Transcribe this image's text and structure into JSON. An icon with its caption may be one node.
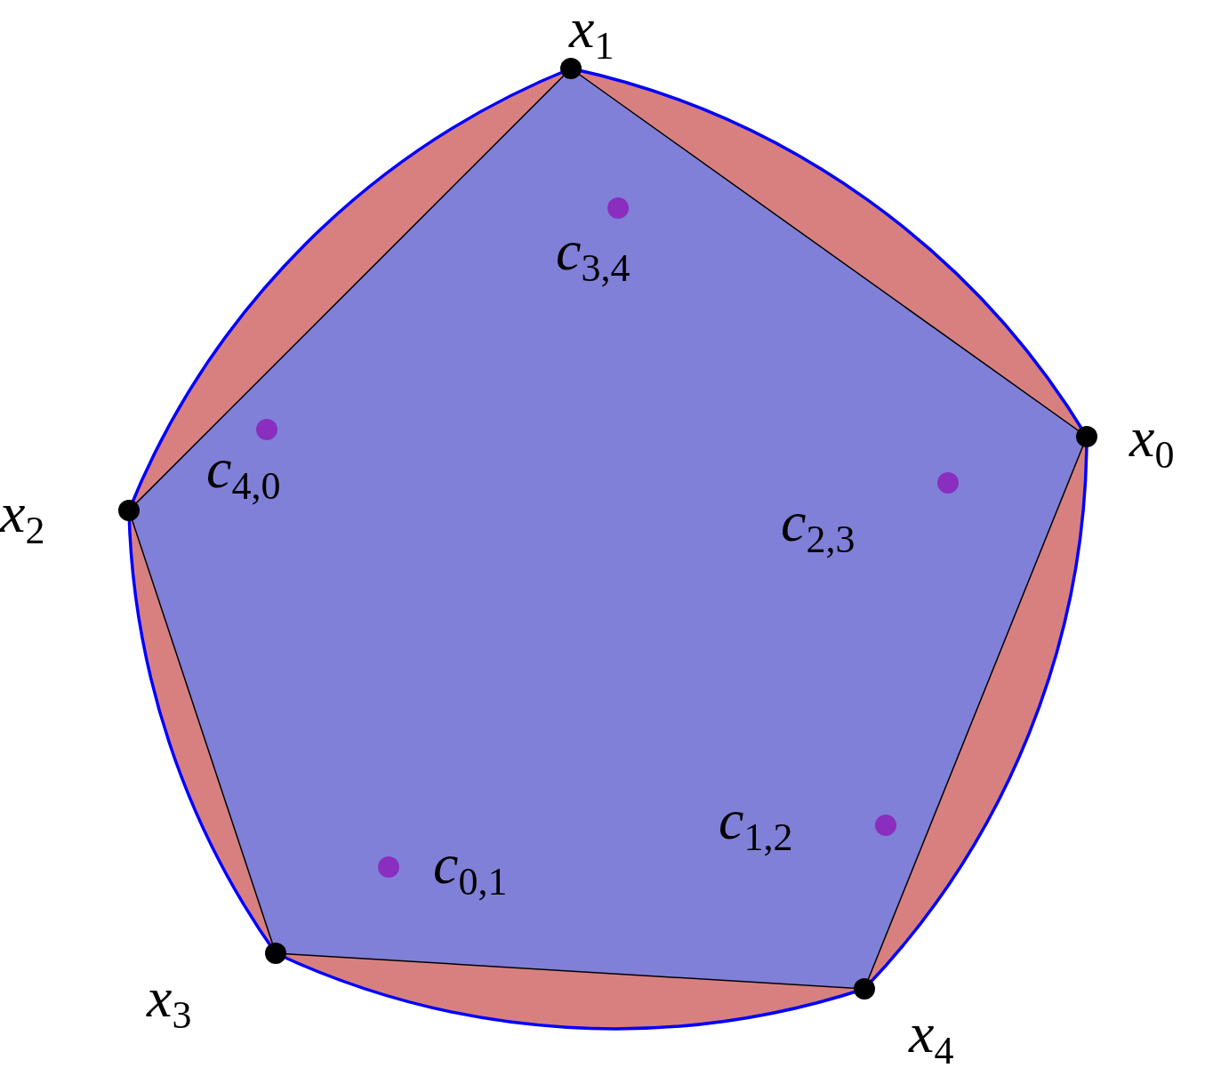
{
  "diagram": {
    "labels": [
      "x$_{1}$",
      "c$_{3,4}$",
      "c$_{4,0}$",
      "x$_{0}$",
      "x$_{2}$",
      "c$_{2,3}$",
      "c$_{1,2}$",
      "c$_{0,1}$",
      "x$_{3}$",
      "x$_{4}$"
    ]
  }
}
